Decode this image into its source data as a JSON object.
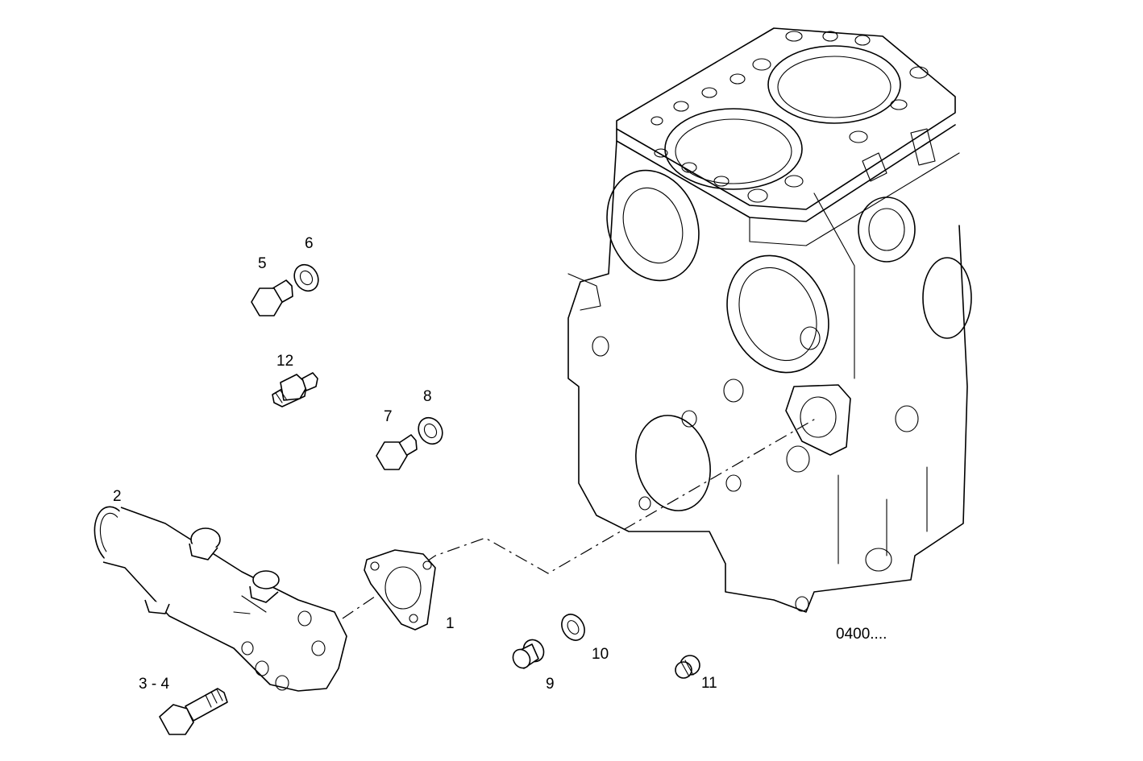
{
  "figure": {
    "reference_code": "0400....",
    "callouts": [
      {
        "id": "c1",
        "label": "1"
      },
      {
        "id": "c2",
        "label": "2"
      },
      {
        "id": "c34",
        "label": "3 - 4"
      },
      {
        "id": "c5",
        "label": "5"
      },
      {
        "id": "c6",
        "label": "6"
      },
      {
        "id": "c7",
        "label": "7"
      },
      {
        "id": "c8",
        "label": "8"
      },
      {
        "id": "c9",
        "label": "9"
      },
      {
        "id": "c10",
        "label": "10"
      },
      {
        "id": "c11",
        "label": "11"
      },
      {
        "id": "c12",
        "label": "12"
      }
    ]
  },
  "colors": {
    "line": "#000000",
    "background": "#ffffff"
  }
}
